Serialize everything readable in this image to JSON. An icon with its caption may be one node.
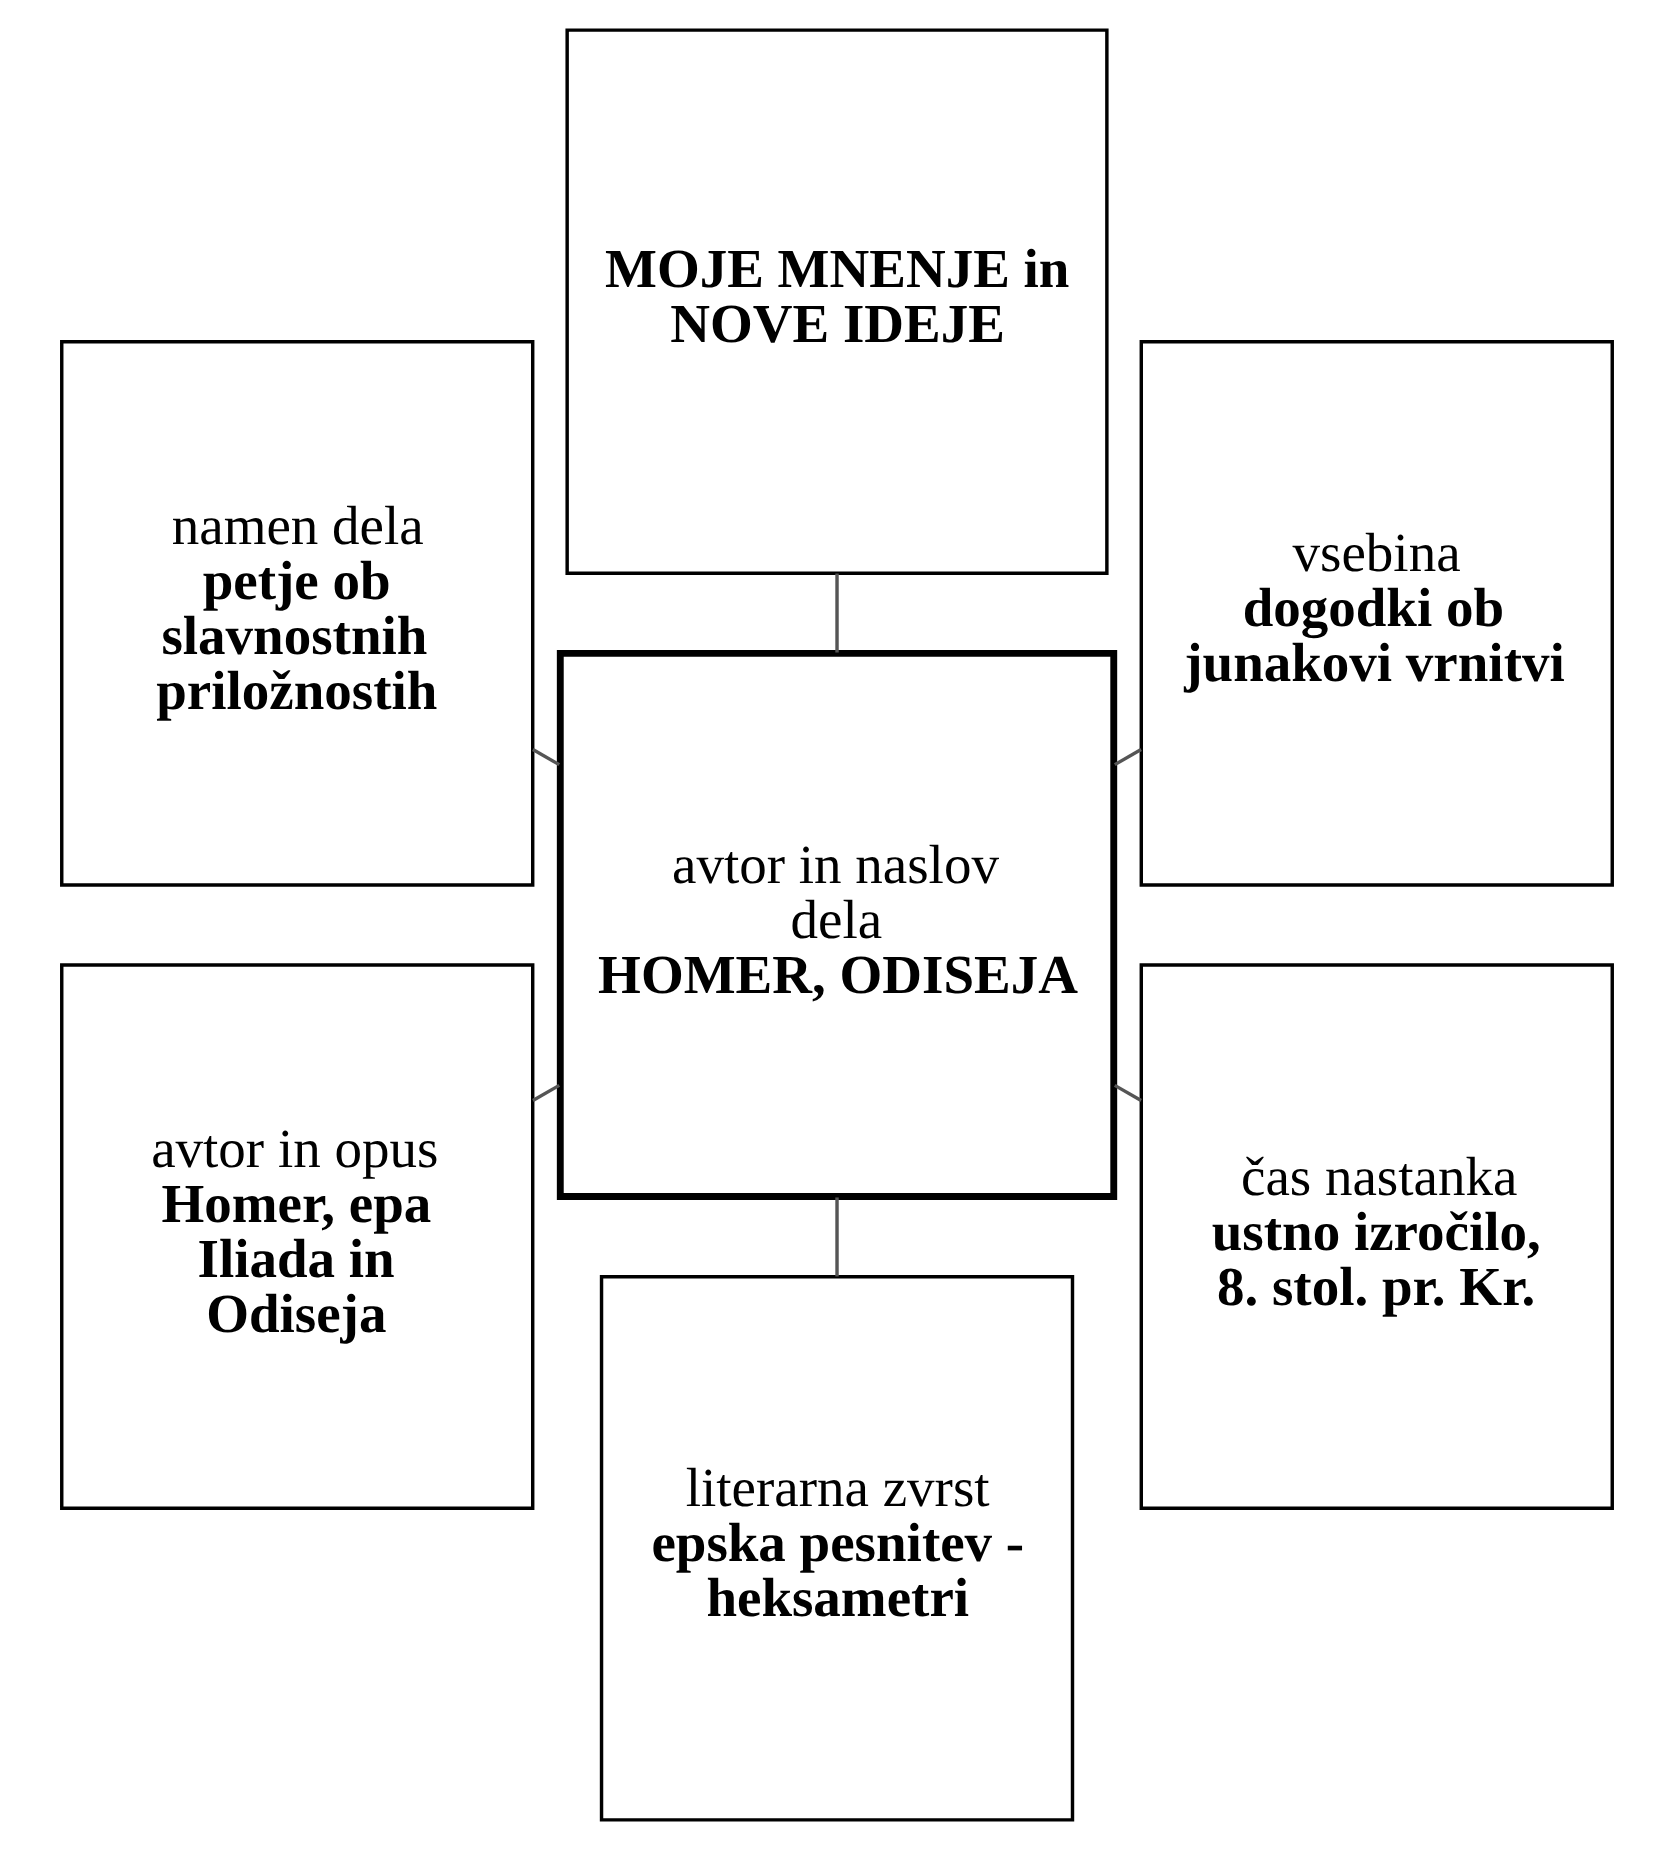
{
  "diagram": {
    "nodes": [
      {
        "text": [
          "vsebina",
          "dogodki ob junakovi vrnitvi"
        ]
      },
      {
        "text": [
          "MOJE MNENJE in NOVE IDEJE"
        ]
      },
      {
        "text": [
          "namen dela",
          "petje ob slavnostnih priložnostih"
        ]
      },
      {
        "text": [
          "avtor in naslov dela",
          "HOMER, ODISEJA"
        ]
      },
      {
        "text": [
          "avtor in opus",
          "Homer, epa Iliada in Odiseja"
        ]
      },
      {
        "text": [
          "literarna zvrst",
          "epska pesnitev - heksametri"
        ]
      },
      {
        "text": [
          "čas nastanka",
          "ustno izročilo, 8. stol. pr. Kr."
        ]
      }
    ],
    "edges": [
      {
        "from": 3,
        "to": 0,
        "arrow": "none"
      },
      {
        "from": 3,
        "to": 1,
        "arrow": "none"
      },
      {
        "from": 3,
        "to": 2,
        "arrow": "none"
      },
      {
        "from": 3,
        "to": 4,
        "arrow": "none"
      },
      {
        "from": 3,
        "to": 5,
        "arrow": "none"
      },
      {
        "from": 3,
        "to": 6,
        "arrow": "none"
      }
    ]
  }
}
